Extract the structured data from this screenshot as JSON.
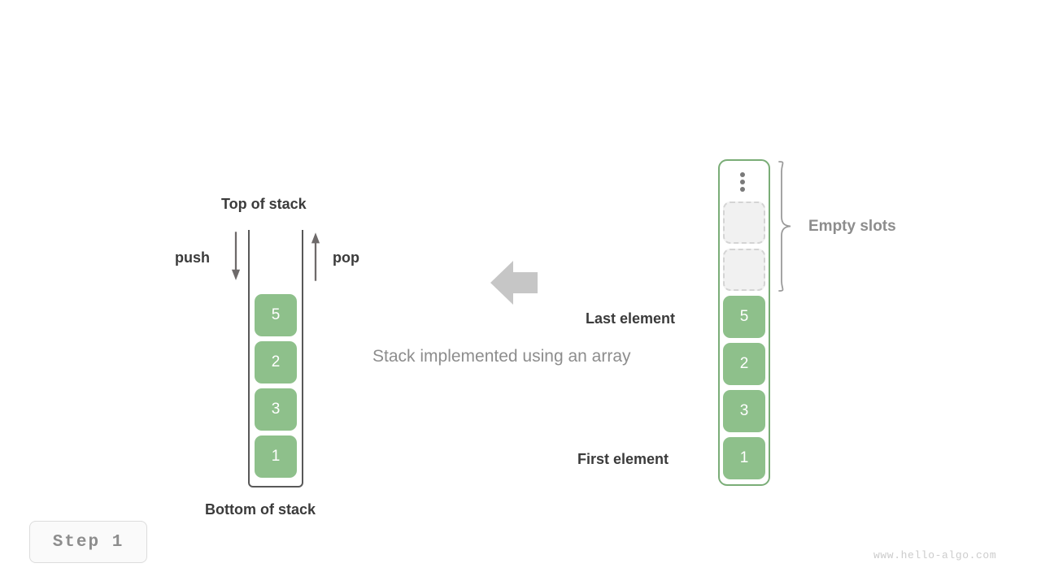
{
  "diagram": {
    "caption": "Stack implemented using an array",
    "stack": {
      "top_label": "Top of stack",
      "bottom_label": "Bottom of stack",
      "push_label": "push",
      "pop_label": "pop",
      "values": [
        "5",
        "2",
        "3",
        "1"
      ],
      "cell_color": "#8ec08b",
      "cell_text_color": "#ffffff",
      "container_border_color": "#585858"
    },
    "array": {
      "values": [
        "5",
        "2",
        "3",
        "1"
      ],
      "empty_slot_count": 2,
      "empty_slots_label": "Empty slots",
      "last_element_label": "Last element",
      "first_element_label": "First element",
      "overflow_icon": "vertical-ellipsis-icon",
      "container_border_color": "#7aad77",
      "empty_slot_fill": "#f1f1f1",
      "empty_slot_border": "#d4d4d4"
    },
    "flow_arrow": {
      "icon": "arrow-left-icon",
      "color": "#c6c6c6"
    },
    "step_badge": {
      "label": "Step 1"
    },
    "watermark": "www.hello-algo.com",
    "colors": {
      "text_dark": "#3b3b3b",
      "text_gray": "#8d8d8d",
      "accent_green": "#8ec08b"
    }
  }
}
